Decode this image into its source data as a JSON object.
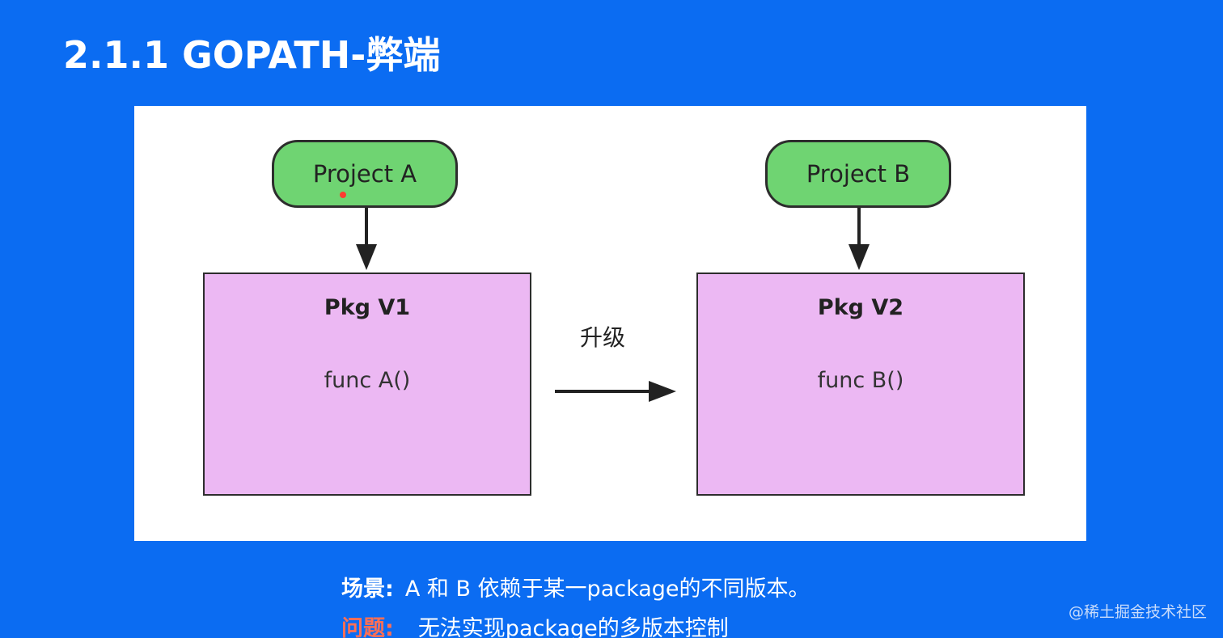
{
  "slide": {
    "title": "2.1.1 GOPATH-弊端"
  },
  "diagram": {
    "project_a": "Project A",
    "project_b": "Project B",
    "pkg_v1": {
      "title": "Pkg V1",
      "func": "func A()"
    },
    "pkg_v2": {
      "title": "Pkg V2",
      "func": "func B()"
    },
    "upgrade_label": "升级",
    "colors": {
      "background": "#0b6cf2",
      "project_fill": "#6fd472",
      "pkg_fill": "#ecb8f3",
      "problem_label": "#ff6f55"
    }
  },
  "captions": {
    "scenario_label": "场景:",
    "scenario_text": "A 和 B 依赖于某一package的不同版本。",
    "problem_label": "问题:",
    "problem_text": "无法实现package的多版本控制"
  },
  "watermark": "@稀土掘金技术社区"
}
